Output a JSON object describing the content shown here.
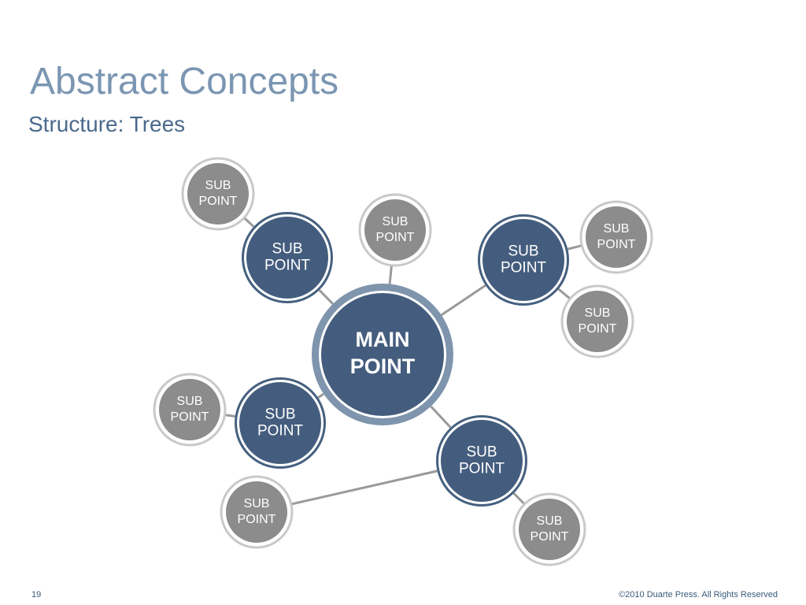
{
  "slide": {
    "title": "Abstract Concepts",
    "subtitle": "Structure: Trees",
    "page_number": "19",
    "copyright": "©2010 Duarte Press. All Rights Reserved"
  },
  "colors": {
    "main_fill": "#445d7e",
    "main_ring": "#7f94ad",
    "branch_fill": "#445d7e",
    "branch_ring": "#45607f",
    "leaf_fill": "#8c8c8c",
    "leaf_ring": "#c9c9c9",
    "connector": "#9a9a9a"
  },
  "diagram": {
    "main": {
      "line1": "MAIN",
      "line2": "POINT"
    },
    "branches": [
      {
        "label1": "SUB",
        "label2": "POINT",
        "leaves": [
          {
            "label1": "SUB",
            "label2": "POINT"
          }
        ]
      },
      {
        "label1": "SUB",
        "label2": "POINT",
        "leaves": [
          {
            "label1": "SUB",
            "label2": "POINT"
          },
          {
            "label1": "SUB",
            "label2": "POINT"
          }
        ]
      },
      {
        "label1": "SUB",
        "label2": "POINT",
        "leaves": [
          {
            "label1": "SUB",
            "label2": "POINT"
          }
        ]
      },
      {
        "label1": "SUB",
        "label2": "POINT",
        "leaves": [
          {
            "label1": "SUB",
            "label2": "POINT"
          },
          {
            "label1": "SUB",
            "label2": "POINT"
          }
        ]
      }
    ],
    "direct_leaves": [
      {
        "label1": "SUB",
        "label2": "POINT"
      }
    ]
  }
}
